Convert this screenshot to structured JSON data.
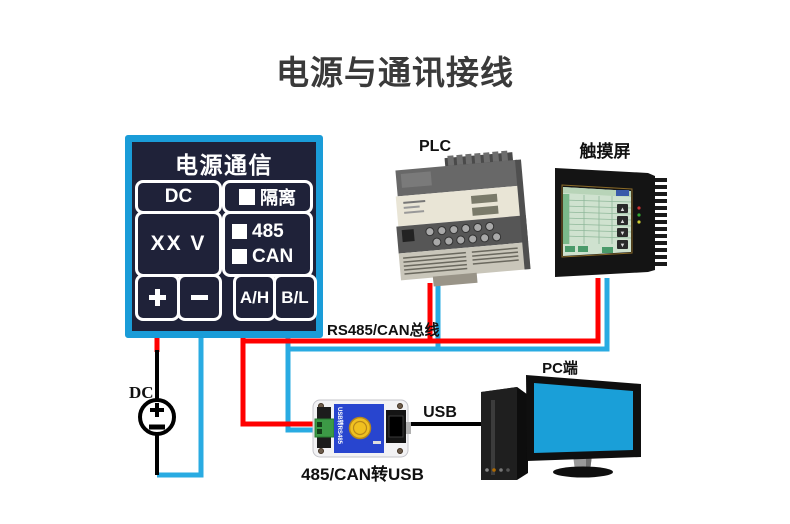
{
  "title": "电源与通讯接线",
  "panel": {
    "title": "电源通信",
    "dc": "DC",
    "voltage": "XX V",
    "isolation": "隔离",
    "rs485": "485",
    "can": "CAN",
    "plus": "+",
    "minus": "−",
    "ah": "A/H",
    "bl": "B/L",
    "border_color": "#1a9cd8",
    "background_color": "#1f2239"
  },
  "labels": {
    "plc": "PLC",
    "touchscreen": "触摸屏",
    "pc": "PC端",
    "usb": "USB",
    "converter": "485/CAN转USB",
    "bus": "RS485/CAN总线",
    "dc_source": "DC"
  },
  "converter": {
    "side_text": "USB转RS485"
  },
  "wires": {
    "red": "#ff0000",
    "blue": "#29abe2",
    "black": "#000000"
  }
}
